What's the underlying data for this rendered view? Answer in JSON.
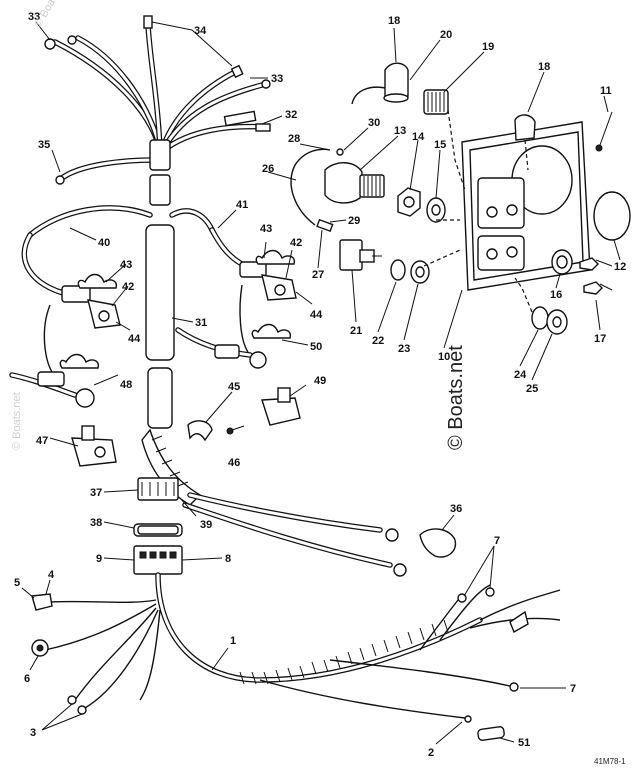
{
  "watermark": "© Boats.net",
  "faint_watermark": "© Boats.net",
  "drawing_code": "41M78-1",
  "callouts": [
    "1",
    "2",
    "3",
    "4",
    "5",
    "6",
    "7",
    "8",
    "9",
    "10",
    "11",
    "12",
    "13",
    "14",
    "15",
    "16",
    "17",
    "18",
    "19",
    "20",
    "21",
    "22",
    "23",
    "24",
    "25",
    "26",
    "27",
    "28",
    "29",
    "30",
    "31",
    "32",
    "33",
    "34",
    "35",
    "36",
    "37",
    "38",
    "39",
    "40",
    "41",
    "42",
    "43",
    "44",
    "45",
    "46",
    "47",
    "48",
    "49",
    "50",
    "51"
  ]
}
